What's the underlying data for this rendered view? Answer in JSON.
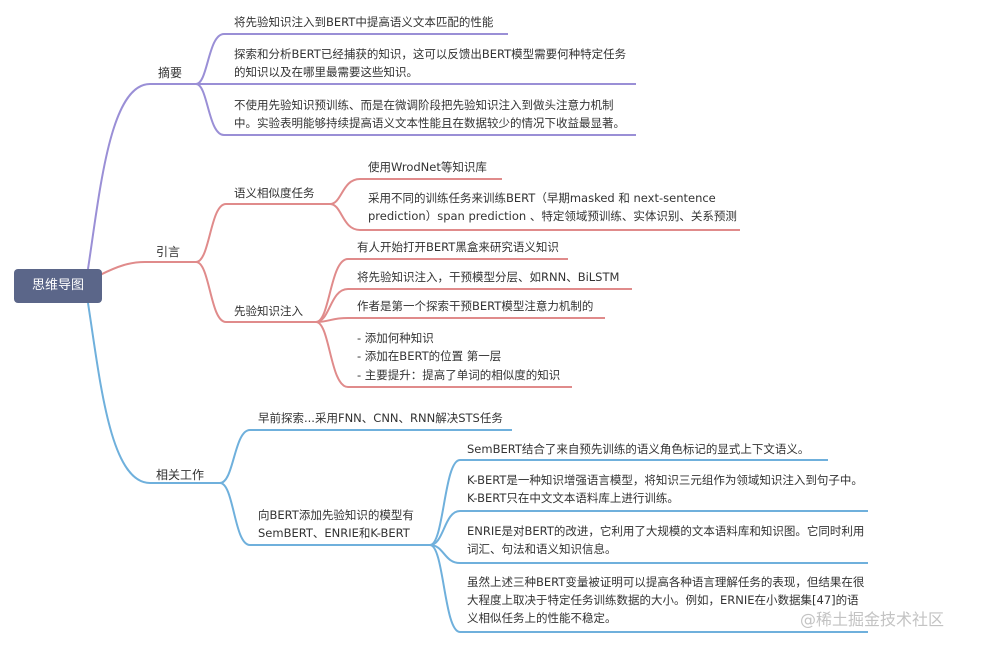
{
  "root": "思维导图",
  "colors": {
    "abstract": "#9a8fd6",
    "intro": "#e08b8b",
    "related": "#6fb0dc",
    "root_bg": "#5b6689"
  },
  "abstract": {
    "label": "摘要",
    "items": [
      "将先验知识注入到BERT中提高语义文本匹配的性能",
      "探索和分析BERT已经捕获的知识，这可以反馈出BERT模型需要何种特定任务的知识以及在哪里最需要这些知识。",
      "不使用先验知识预训练、而是在微调阶段把先验知识注入到做头注意力机制中。实验表明能够持续提高语义文本性能且在数据较少的情况下收益最显著。"
    ]
  },
  "intro": {
    "label": "引言",
    "semantic": {
      "label": "语义相似度任务",
      "items": [
        "使用WrodNet等知识库",
        "采用不同的训练任务来训练BERT（早期masked 和 next-sentence prediction）span prediction 、特定领域预训练、实体识别、关系预测"
      ]
    },
    "prior": {
      "label": "先验知识注入",
      "items": [
        "有人开始打开BERT黑盒来研究语义知识",
        "将先验知识注入，干预模型分层、如RNN、BiLSTM",
        "作者是第一个探索干预BERT模型注意力机制的"
      ],
      "list": [
        "- 添加何种知识",
        "- 添加在BERT的位置 第一层",
        "- 主要提升：提高了单词的相似度的知识"
      ]
    }
  },
  "related": {
    "label": "相关工作",
    "early": "早前探索...采用FNN、CNN、RNN解决STS任务",
    "models": {
      "label": "向BERT添加先验知识的模型有SemBERT、ENRIE和K-BERT",
      "items": [
        "SemBERT结合了来自预先训练的语义角色标记的显式上下文语义。",
        "K-BERT是一种知识增强语言模型，将知识三元组作为领域知识注入到句子中。K-BERT只在中文文本语料库上进行训练。",
        "ENRIE是对BERT的改进，它利用了大规模的文本语料库和知识图。它同时利用词汇、句法和语义知识信息。",
        "虽然上述三种BERT变量被证明可以提高各种语言理解任务的表现，但结果在很大程度上取决于特定任务训练数据的大小。例如，ERNIE在小数据集[47]的语义相似任务上的性能不稳定。"
      ]
    }
  },
  "watermark": "@稀土掘金技术社区"
}
